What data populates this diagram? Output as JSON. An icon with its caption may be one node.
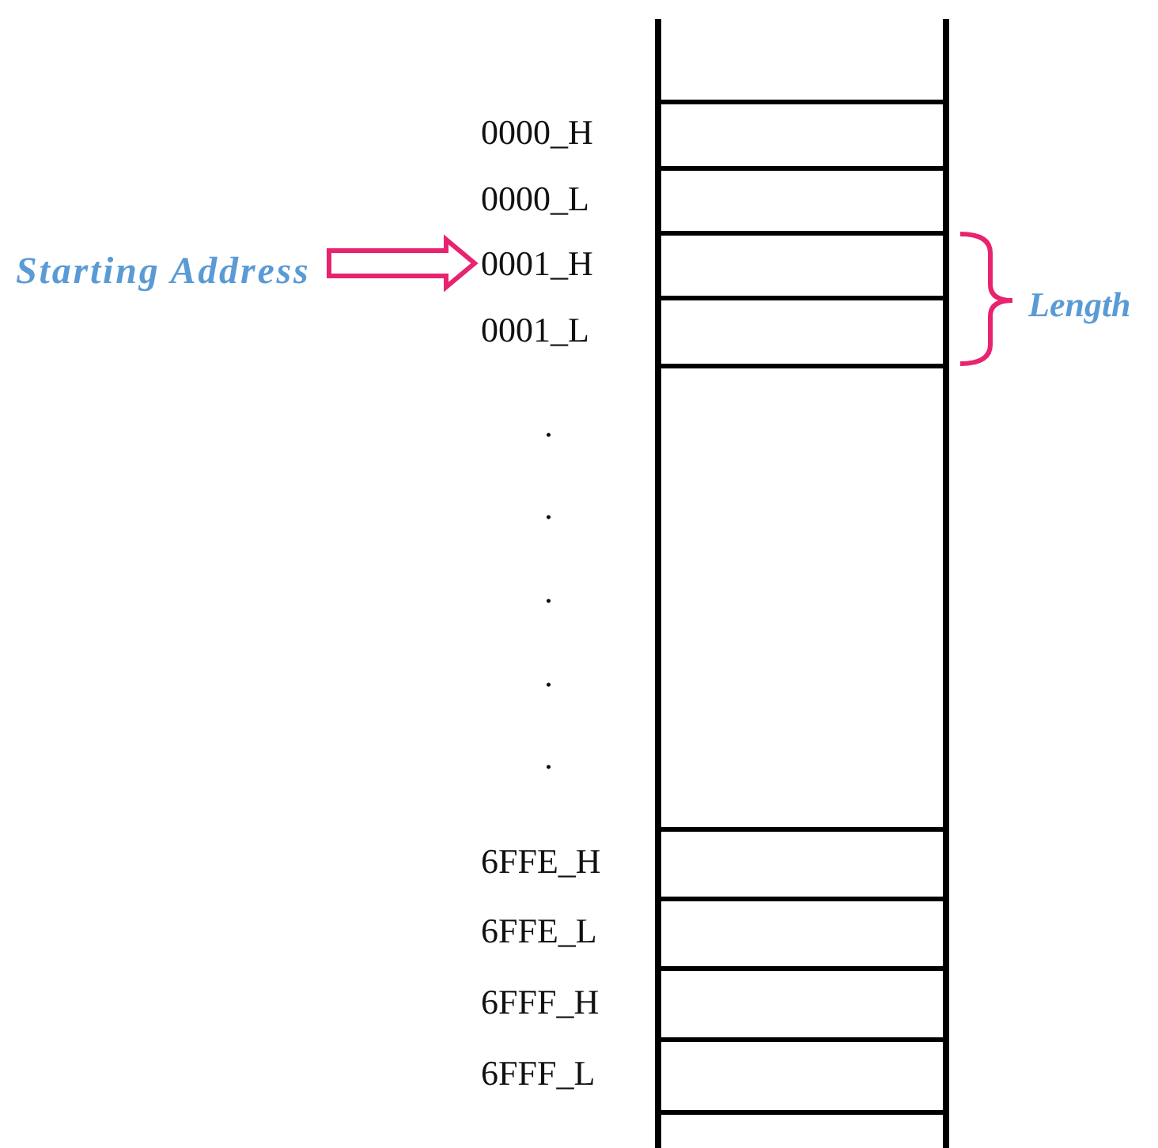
{
  "diagram": {
    "nodes": [
      {
        "text": [
          "Starting Address"
        ]
      },
      {
        "text": [
          "0000_H"
        ]
      },
      {
        "text": [
          "0000_L"
        ]
      },
      {
        "text": [
          "0001_H"
        ]
      },
      {
        "text": [
          "0001_L"
        ]
      },
      {
        "text": [],
        "shape": "box"
      },
      {
        "text": [
          "6FFE_H"
        ]
      },
      {
        "text": [
          "6FFE_L"
        ]
      },
      {
        "text": [
          "6FFF_H"
        ]
      },
      {
        "text": [
          "6FFF_L"
        ]
      },
      {
        "text": [],
        "shape": "box"
      }
    ],
    "edges": [
      {
        "from": 0,
        "to": 3,
        "arrow": "to",
        "color": "#e8236f"
      }
    ],
    "labels": [
      ".",
      ".",
      ".",
      ".",
      ".",
      "Length"
    ]
  }
}
